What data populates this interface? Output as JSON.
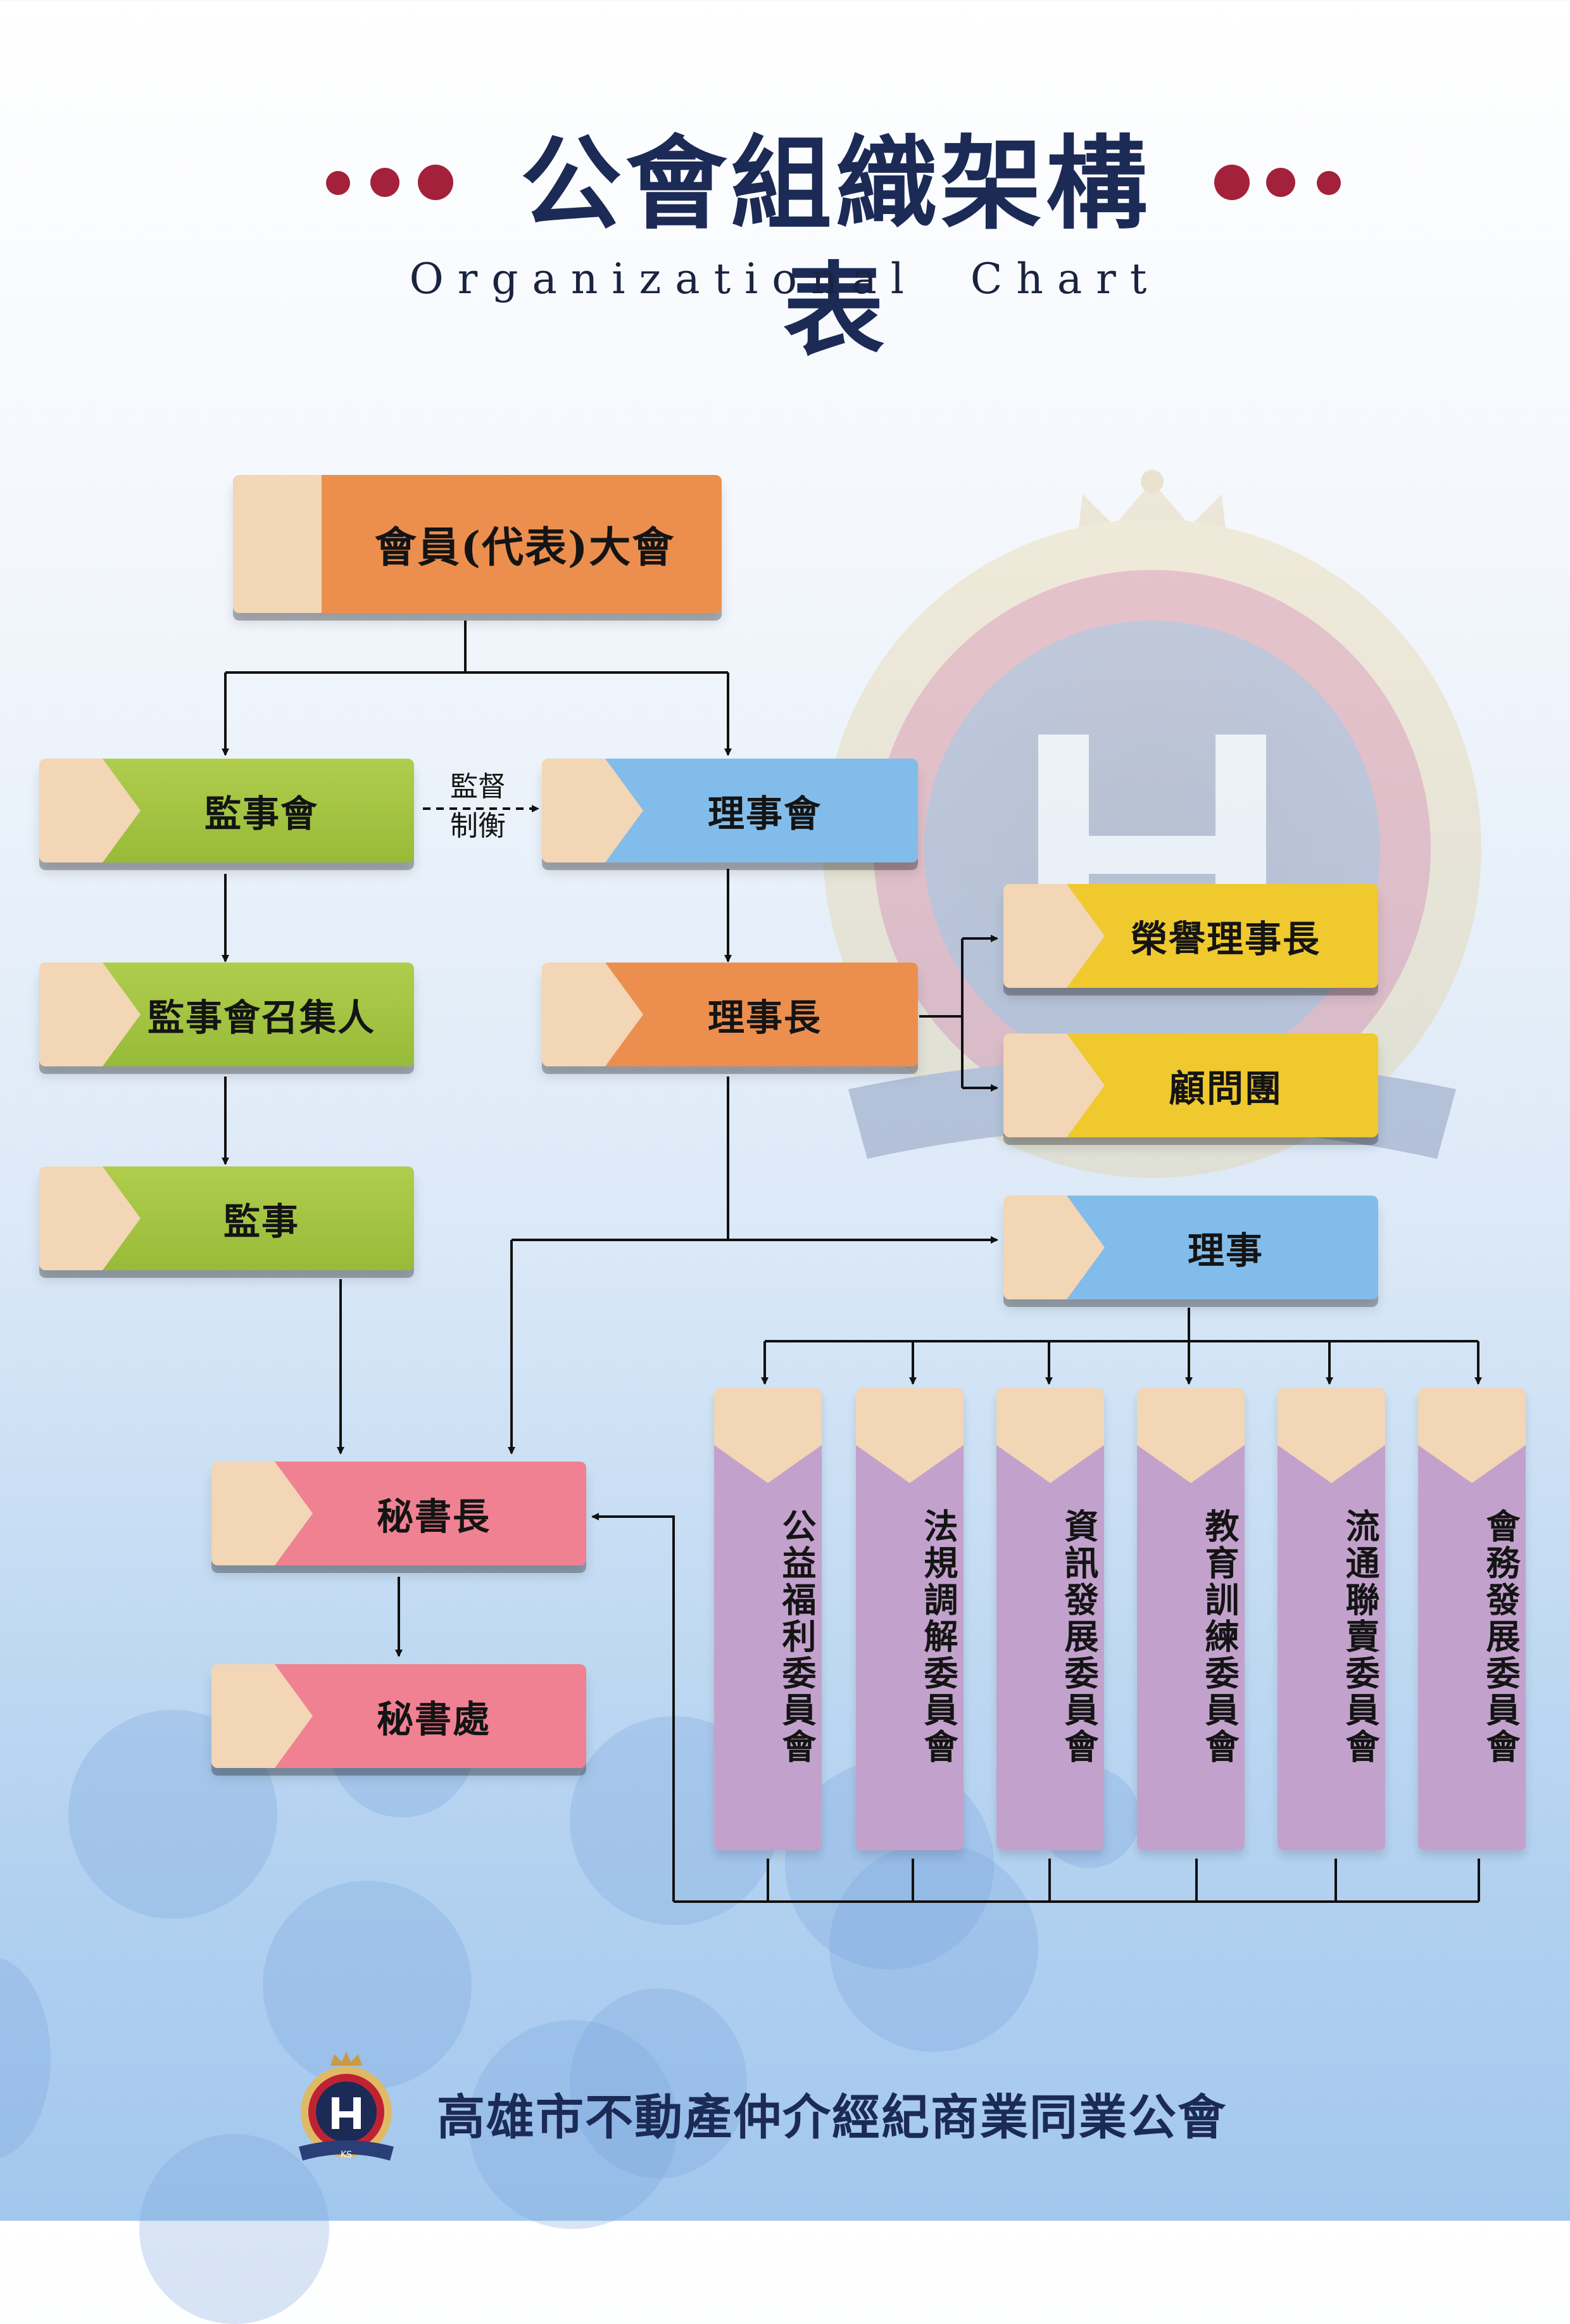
{
  "title": "公會組織架構表",
  "subtitle": "Organizational   Chart",
  "colors": {
    "title": "#1c2a56",
    "dots": "#a3213a",
    "orange": "#ec8f4e",
    "green": "#a3c443",
    "blue": "#82bcea",
    "yellow": "#efc92e",
    "pink": "#ef8193",
    "purple": "#c2a2cc",
    "tab": "#f2d6b5"
  },
  "nodes": {
    "general_assembly": "會員(代表)大會",
    "supervisory_board": "監事會",
    "board_of_directors": "理事會",
    "supervisory_convener": "監事會召集人",
    "chairman": "理事長",
    "honorary_chairman": "榮譽理事長",
    "advisory_group": "顧問團",
    "supervisor": "監事",
    "director": "理事",
    "secretary_general": "秘書長",
    "secretariat": "秘書處"
  },
  "relation_note": [
    "監督",
    "制衡"
  ],
  "committees": [
    "公益福利委員會",
    "法規調解委員會",
    "資訊發展委員會",
    "教育訓練委員會",
    "流通聯賣委員會",
    "會務發展委員會"
  ],
  "footer": {
    "organization_name": "高雄市不動產仲介經紀商業同業公會",
    "logo_icon": "association-emblem-icon"
  }
}
